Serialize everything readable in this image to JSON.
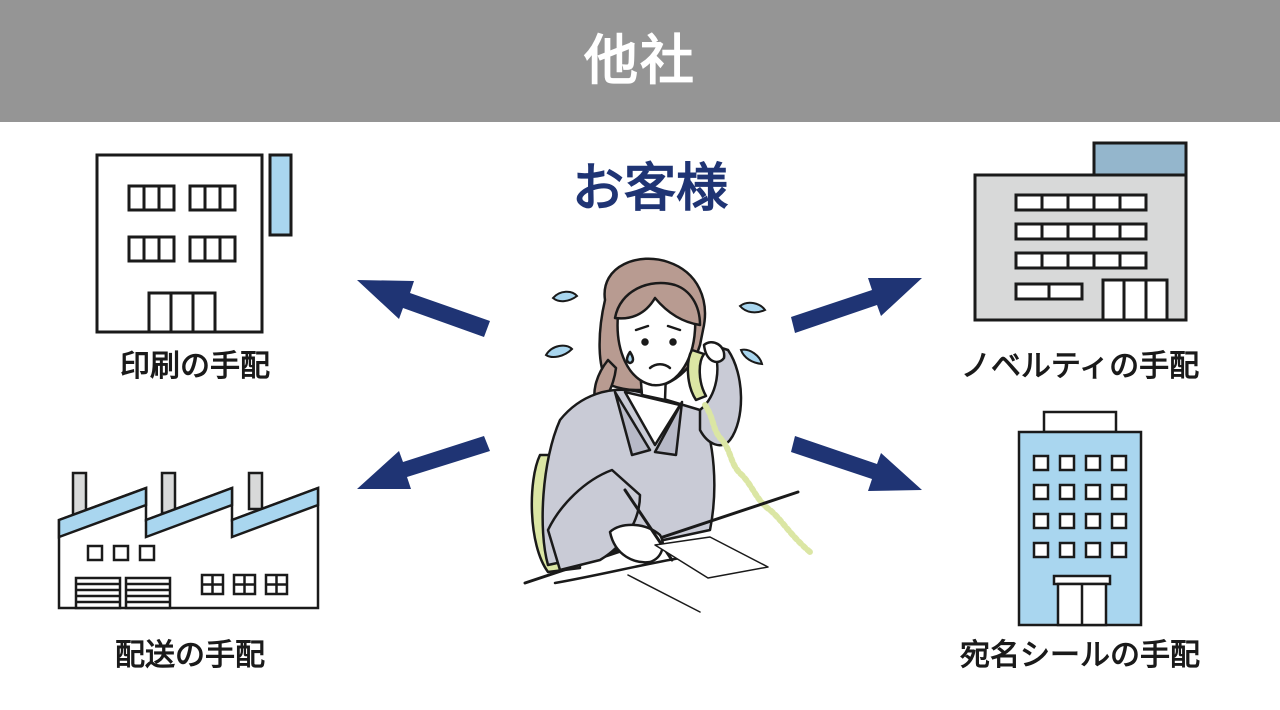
{
  "header": {
    "title": "他社"
  },
  "center": {
    "title": "お客様",
    "figure": "worried-operator-on-phone"
  },
  "tasks": {
    "printing": "印刷の手配",
    "novelty": "ノベルティの手配",
    "shipping": "配送の手配",
    "address_labels": "宛名シールの手配"
  },
  "icons": {
    "printing": "office-building-icon",
    "novelty": "office-building-icon",
    "shipping": "factory-icon",
    "address_labels": "tower-building-icon",
    "arrows": "arrow-icon"
  },
  "colors": {
    "header_bg": "#959595",
    "accent_navy": "#1f3474",
    "light_blue": "#a9d6ef",
    "gray_fill": "#d8d9d9",
    "phone_green": "#dbe6a4"
  }
}
